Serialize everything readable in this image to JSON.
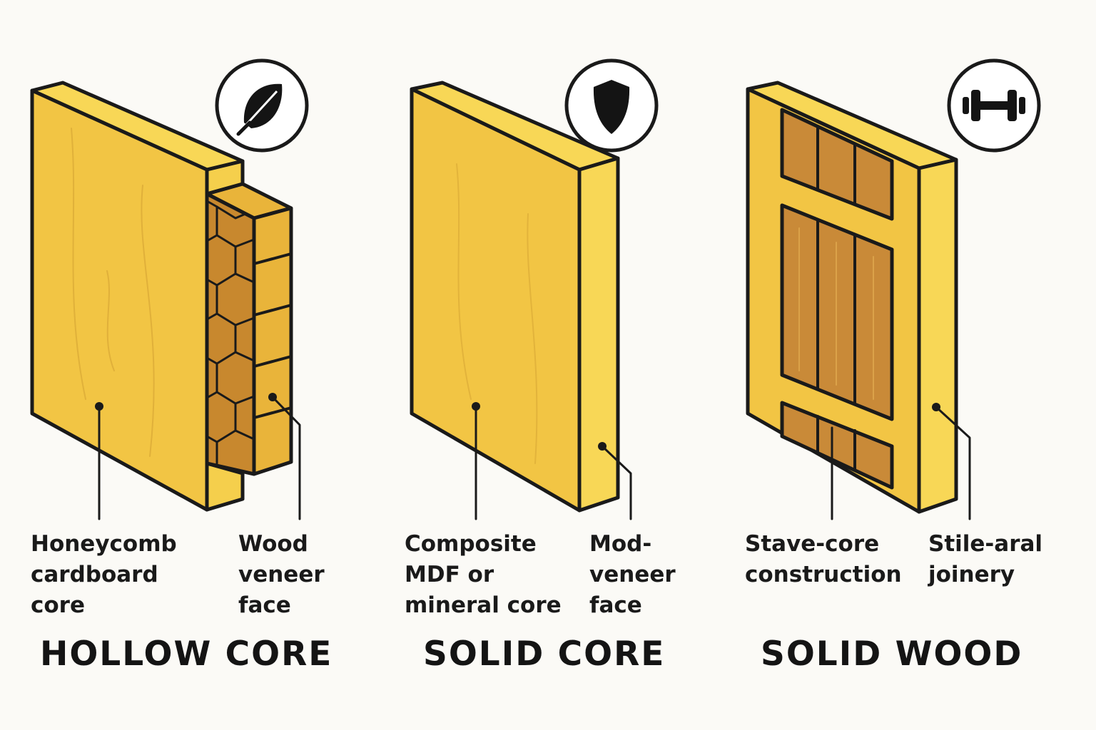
{
  "colors": {
    "background": "#fbfaf6",
    "outline": "#1a1a1a",
    "face": "#f2c544",
    "edge": "#f8d756",
    "honeycomb": "#c8882e",
    "stave": "#c98a38",
    "icon_circle": "#ffffff"
  },
  "panels": [
    {
      "title": "HOLLOW CORE",
      "icon": "feather-icon",
      "left_label": "Honeycomb\ncardboard\ncore",
      "right_label": "Wood\nveneer\nface"
    },
    {
      "title": "SOLID CORE",
      "icon": "shield-icon",
      "left_label": "Composite\nMDF or\nmineral core",
      "right_label": "Mod-\nveneer\nface"
    },
    {
      "title": "SOLID WOOD",
      "icon": "dumbbell-icon",
      "left_label": "Stave-core\nconstruction",
      "right_label": "Stile-aral\njoinery"
    }
  ]
}
